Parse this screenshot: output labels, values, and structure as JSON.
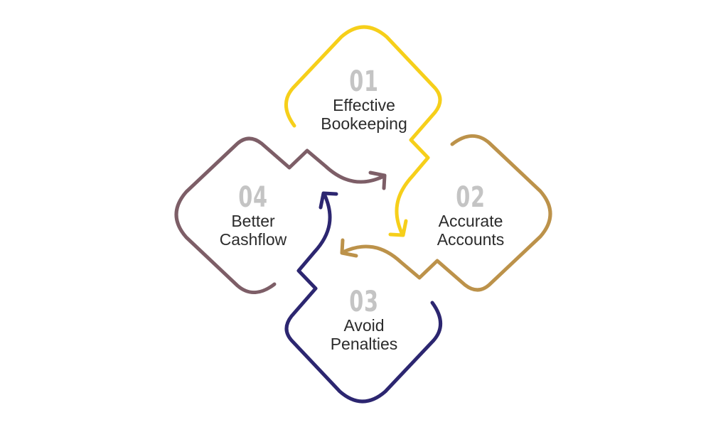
{
  "colors": {
    "step1": "#f6cf1a",
    "step2": "#bc924a",
    "step3": "#2c2670",
    "step4": "#7d5e67",
    "number": "#c4c4c4",
    "text": "#2b2b2b"
  },
  "steps": [
    {
      "number": "01",
      "line1": "Effective",
      "line2": "Bookeeping"
    },
    {
      "number": "02",
      "line1": "Accurate",
      "line2": "Accounts"
    },
    {
      "number": "03",
      "line1": "Avoid",
      "line2": "Penalties"
    },
    {
      "number": "04",
      "line1": "Better",
      "line2": "Cashflow"
    }
  ],
  "flow": [
    "01 → 02",
    "02 → 03",
    "03 → 04",
    "04 → 01"
  ]
}
